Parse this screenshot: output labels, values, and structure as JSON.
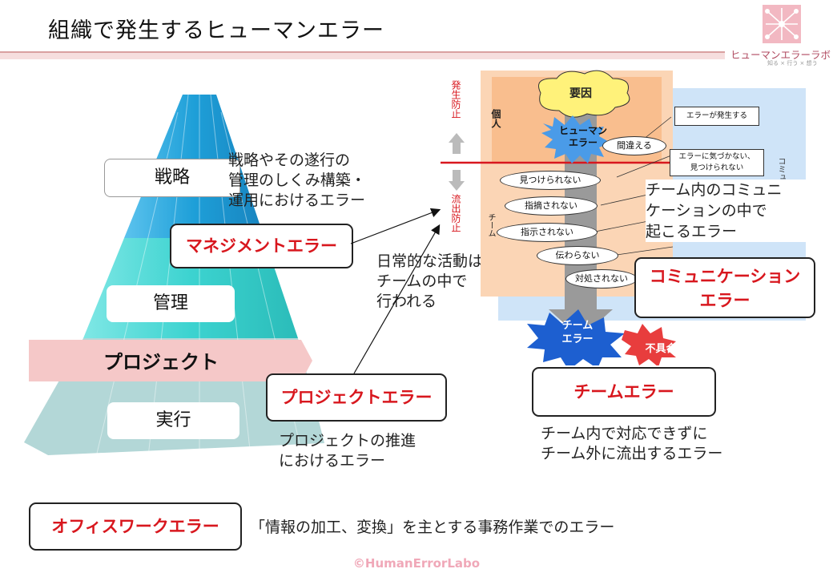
{
  "header": {
    "title": "組織で発生するヒューマンエラー",
    "logo_name": "ヒューマンエラーラボ",
    "logo_tagline": "知る × 行う × 想う"
  },
  "pyramid": {
    "levels": [
      {
        "label": "戦略"
      },
      {
        "label": "管理"
      },
      {
        "label": "プロジェクト"
      },
      {
        "label": "実行"
      }
    ]
  },
  "management": {
    "title": "マネジメントエラー",
    "description": [
      "戦略やその遂行の",
      "管理のしくみ構築・",
      "運用におけるエラー"
    ]
  },
  "daily": {
    "text": [
      "日常的な活動は",
      "チームの中で",
      "行われる"
    ]
  },
  "project": {
    "title": "プロジェクトエラー",
    "description": [
      "プロジェクトの推進",
      "におけるエラー"
    ]
  },
  "diagram": {
    "prevent_occurrence": "発生防止",
    "prevent_outflow": "流出防止",
    "individual": "個人",
    "team_label": "チーム",
    "communication_label": "コミュニケーション",
    "cause": "要因",
    "human_error": [
      "ヒューマン",
      "エラー"
    ],
    "ovals": [
      "間違える",
      "見つけられない",
      "指摘されない",
      "指示されない",
      "伝わらない",
      "対処されない"
    ],
    "notes": [
      "エラーが発生する",
      "エラーに気づかない、",
      "見つけられない"
    ],
    "team_error_burst": [
      "チーム",
      "エラー"
    ],
    "defect": "不具合"
  },
  "communication": {
    "description": [
      "チーム内のコミュニ",
      "ケーションの中で",
      "起こるエラー"
    ],
    "title": [
      "コミュニケーション",
      "エラー"
    ]
  },
  "team": {
    "title": "チームエラー",
    "description": [
      "チーム内で対応できずに",
      "チーム外に流出するエラー"
    ]
  },
  "office": {
    "title": "オフィスワークエラー",
    "description": "「情報の加工、変換」を主とする事務作業でのエラー"
  },
  "footer": {
    "copyright": "©HumanErrorLabo"
  },
  "colors": {
    "accent_red": "#d8171e",
    "pyramid_top": "#1e9fd8",
    "pyramid_mid": "#3cd3d0",
    "pyramid_bottom": "#a9cfcf",
    "project_band": "#f5c8c8",
    "team_box": "#fbd5b5",
    "comm_box": "#cfe4f8",
    "cause_cloud": "#fff27a",
    "burst_blue": "#2a7ae0",
    "burst_red": "#e83d3d"
  }
}
